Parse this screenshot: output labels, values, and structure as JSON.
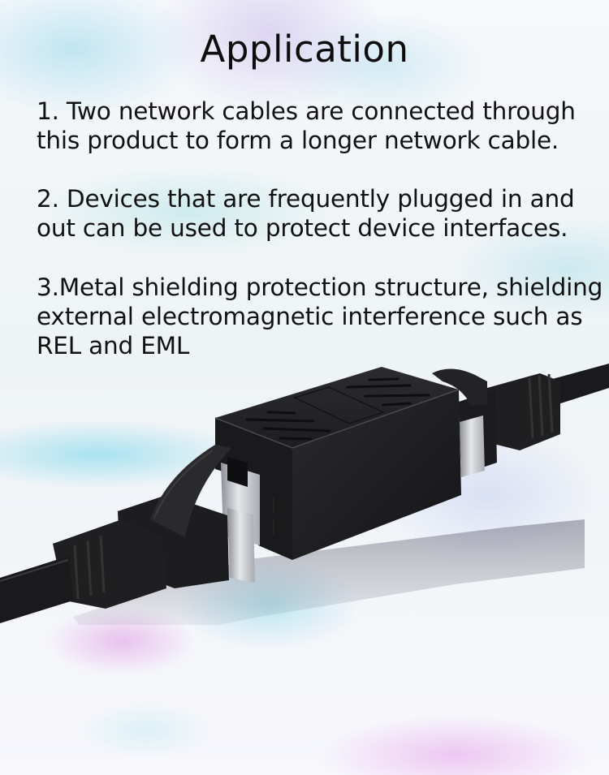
{
  "page": {
    "title": "Application",
    "items": [
      {
        "number": "1.",
        "text": "1. Two network cables are connected through this product to form a longer network cable."
      },
      {
        "number": "2.",
        "text": "2. Devices that are frequently plugged in and out can be used to protect device interfaces."
      },
      {
        "number": "3.",
        "text": "3.Metal shielding protection structure, shielding external electromagnetic interference such as REL and EML"
      }
    ]
  },
  "illustration": {
    "subject": "rj45-coupler-with-two-ethernet-plugs",
    "colors": {
      "plastic": "#1c1c1e",
      "plastic_highlight": "#3a3a3d",
      "metal_shield": "#c9ccd1",
      "background_accent_cyan": "#6fd2ea",
      "background_accent_pink": "#e29ae8",
      "background_accent_lavender": "#c8b9eb"
    }
  }
}
